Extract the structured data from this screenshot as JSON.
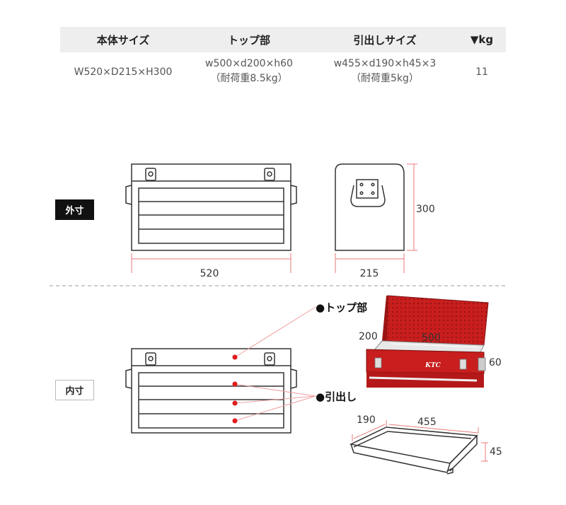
{
  "spec_table": {
    "headers": [
      "本体サイズ",
      "トップ部",
      "引出しサイズ",
      "▼kg"
    ],
    "row": {
      "body_size": "W520×D215×H300",
      "top_size": "w500×d200×h60",
      "top_load": "（耐荷重8.5kg）",
      "drawer_size": "w455×d190×h45×3",
      "drawer_load": "（耐荷重5kg）",
      "weight": "11"
    }
  },
  "exterior": {
    "tag": "外寸",
    "width_label": "520",
    "depth_label": "215",
    "height_label": "300"
  },
  "interior": {
    "tag": "内寸",
    "top_label": "●トップ部",
    "drawer_label": "●引出し",
    "top_depth": "200",
    "top_width": "500",
    "top_height": "60",
    "drawer_depth": "190",
    "drawer_width": "455",
    "drawer_height": "45",
    "brand_text": "KTC"
  },
  "colors": {
    "dimension_line": "#e87a7a",
    "dot": "#e21b1b",
    "toolbox_red": "#c81e1e"
  }
}
